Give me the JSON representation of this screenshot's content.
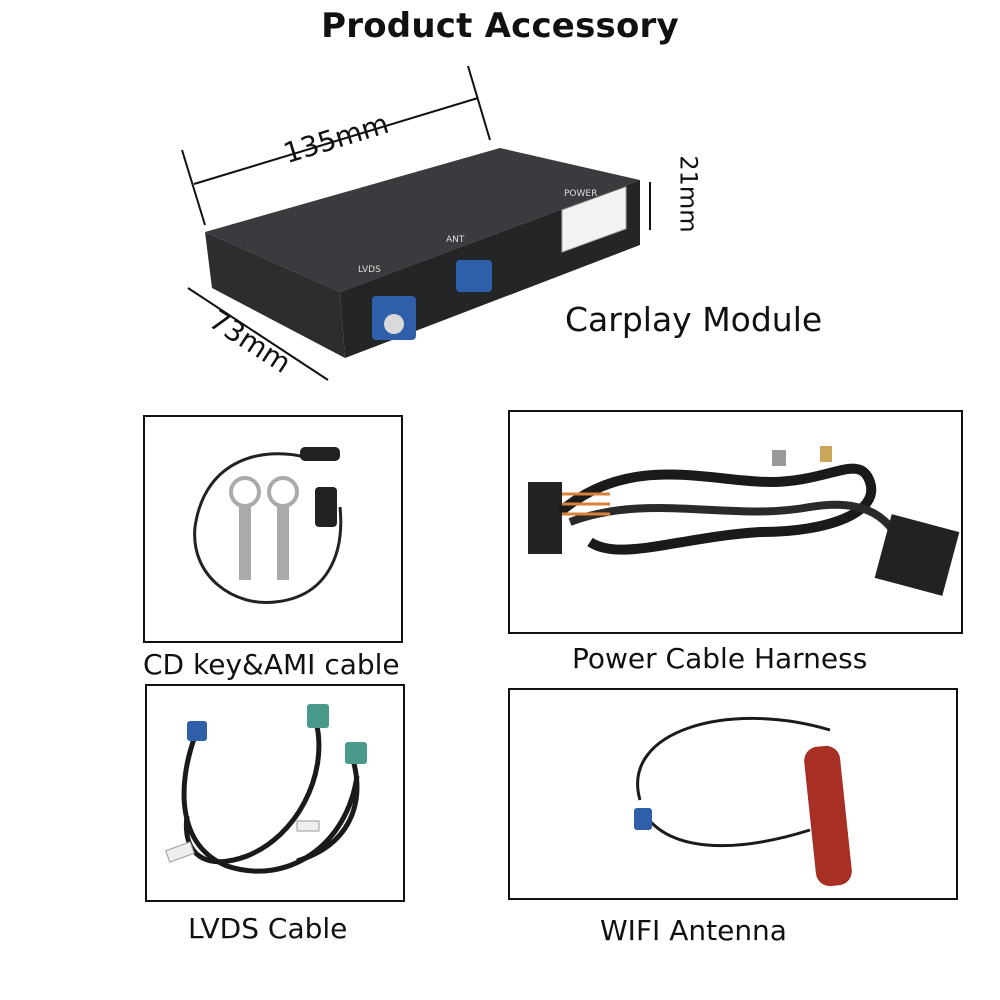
{
  "title": "Product Accessory",
  "module": {
    "label": "Carplay Module",
    "dims": {
      "length": "135mm",
      "width": "73mm",
      "height": "21mm"
    },
    "ports": {
      "lvds": "LVDS",
      "ant": "ANT",
      "power": "POWER"
    }
  },
  "items": [
    {
      "caption": "CD key&AMI cable",
      "icon": "cd-key-ami-cable"
    },
    {
      "caption": "Power Cable Harness",
      "icon": "power-cable-harness"
    },
    {
      "caption": "LVDS Cable",
      "icon": "lvds-cable"
    },
    {
      "caption": "WIFI Antenna",
      "icon": "wifi-antenna"
    }
  ],
  "colors": {
    "module": "#2c2d2f",
    "connector_blue": "#2f5fa8",
    "connector_teal": "#4a9a8c",
    "antenna_red": "#a72f24"
  }
}
